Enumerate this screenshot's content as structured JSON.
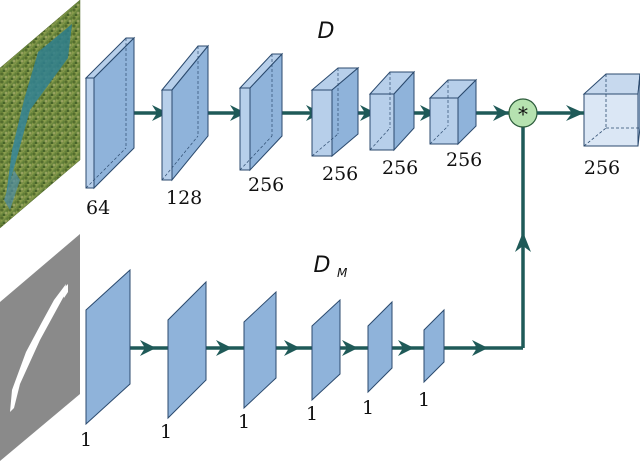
{
  "top_branch": {
    "title": "D",
    "layer_labels": [
      "64",
      "128",
      "256",
      "256",
      "256",
      "256"
    ],
    "output_label": "256"
  },
  "bottom_branch": {
    "title": "D",
    "title_subscript": "M",
    "layer_labels": [
      "1",
      "1",
      "1",
      "1",
      "1",
      "1"
    ]
  },
  "merge_operator": "*",
  "colors": {
    "layer_fill": "#8fb3da",
    "layer_face": "#b7cfea",
    "layer_stroke": "#2b4a6e",
    "arrow": "#1f5a58",
    "merge_fill": "#b6e2b0",
    "output_fill": "#dbe7f5"
  }
}
